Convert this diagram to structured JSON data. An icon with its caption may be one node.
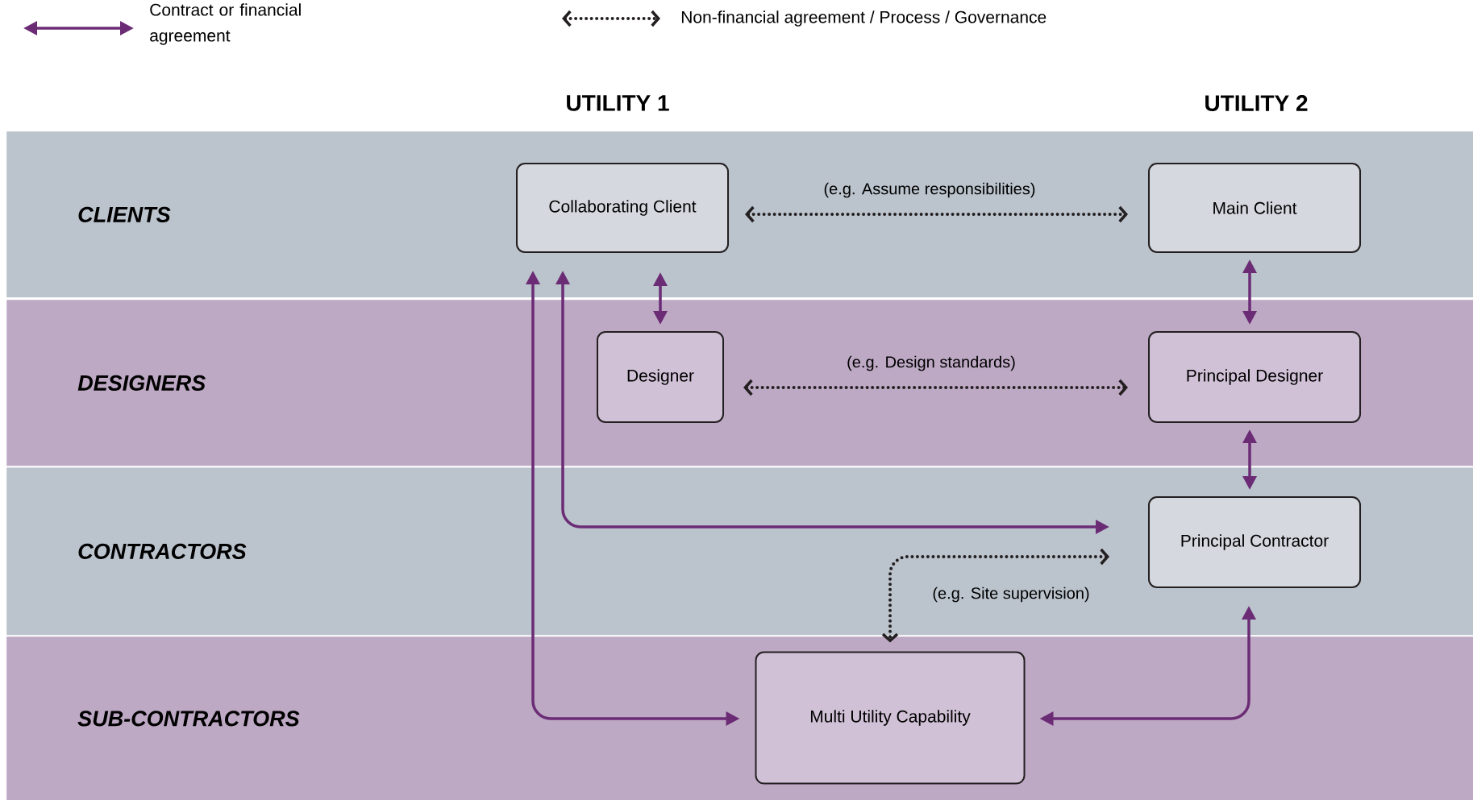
{
  "diagram": {
    "nodes": [
      {
        "text": [
          "CLIENTS"
        ]
      },
      {
        "text": [
          "Collaborating Client"
        ],
        "in": 0
      },
      {
        "text": [
          "Main Client"
        ],
        "in": 0
      },
      {
        "text": [
          "DESIGNERS"
        ]
      },
      {
        "text": [
          "Designer"
        ],
        "in": 3
      },
      {
        "text": [
          "Principal Designer"
        ],
        "in": 3
      },
      {
        "text": [
          "CONTRACTORS"
        ]
      },
      {
        "text": [
          "Principal Contractor"
        ],
        "in": 6
      },
      {
        "text": [
          "SUB-CONTRACTORS"
        ]
      },
      {
        "text": [
          "Multi Utility Capability"
        ],
        "in": 8
      }
    ],
    "edges": [
      {
        "from": 1,
        "to": 2,
        "arrow": "both",
        "label": "(e.g. Assume responsibilities)",
        "style": "dashed",
        "color": "#231f20"
      },
      {
        "from": 4,
        "to": 5,
        "arrow": "both",
        "label": "(e.g. Design standards)",
        "style": "dashed",
        "color": "#231f20"
      },
      {
        "from": 1,
        "to": 4,
        "arrow": "both"
      },
      {
        "from": 2,
        "to": 5,
        "arrow": "both"
      },
      {
        "from": 5,
        "to": 7,
        "arrow": "both"
      },
      {
        "from": 1,
        "to": 7,
        "arrow": "both"
      },
      {
        "from": 1,
        "to": 9,
        "arrow": "both"
      },
      {
        "from": 7,
        "to": 9,
        "arrow": "both",
        "label": "(e.g. Site supervision)",
        "style": "dashed",
        "color": "#231f20"
      },
      {
        "from": 9,
        "to": 7,
        "arrow": "both"
      }
    ],
    "labels": [
      "UTILITY 1",
      "UTILITY 2"
    ],
    "legend": [
      {
        "text": "Contract or financial agreement"
      },
      {
        "text": "Non-financial agreement / Process / Governance"
      }
    ]
  }
}
